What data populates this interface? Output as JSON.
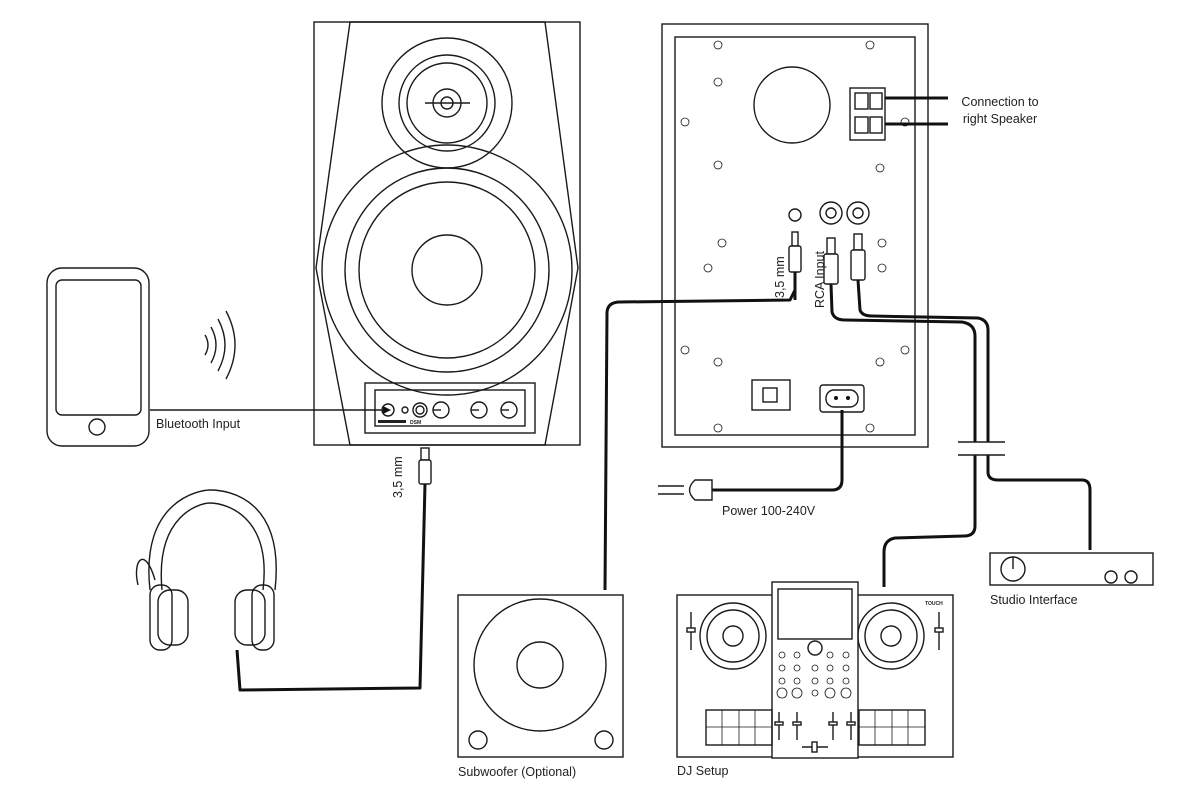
{
  "labels": {
    "connection_line1": "Connection to",
    "connection_line2": "right Speaker",
    "rear_jack": "3,5 mm",
    "rca_input": "RCA Input",
    "bluetooth_input": "Bluetooth Input",
    "headphone_jack": "3,5 mm",
    "power": "Power 100-240V",
    "studio_interface": "Studio Interface",
    "subwoofer": "Subwoofer (Optional)",
    "dj_setup": "DJ Setup"
  },
  "speaker_panel": {
    "model": "DSM",
    "dj_brand": "TOUCH"
  },
  "colors": {
    "line": "#1a1a1a",
    "background": "#ffffff"
  }
}
